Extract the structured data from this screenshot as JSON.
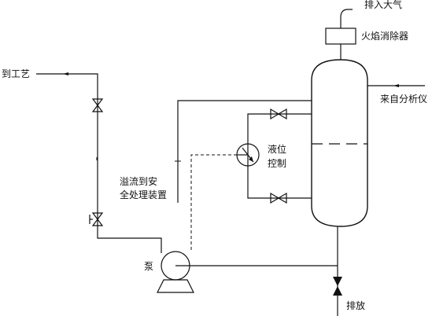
{
  "labels": {
    "vent": "排入大气",
    "flame_arrester": "火焰消除器",
    "to_process": "到工艺",
    "from_analyzer": "来自分析仪",
    "level_control_line1": "液位",
    "level_control_line2": "控制",
    "overflow_line1": "溢流到安",
    "overflow_line2": "全处理装置",
    "pump": "泵",
    "drain": "排放"
  }
}
